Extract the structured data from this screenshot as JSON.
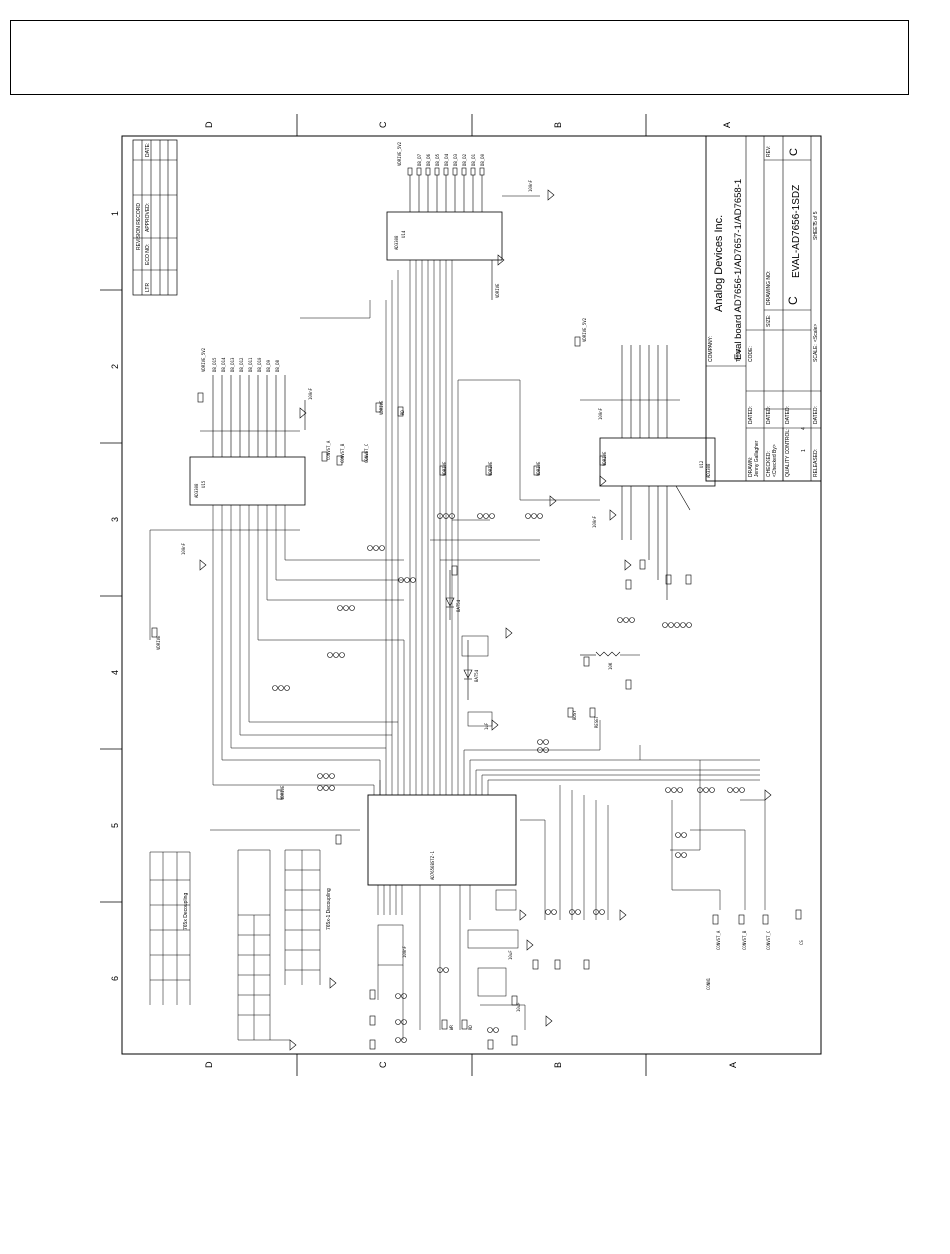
{
  "frame": {
    "zone_letters": [
      "D",
      "C",
      "B",
      "A"
    ],
    "zone_numbers": [
      "1",
      "2",
      "3",
      "4",
      "5",
      "6"
    ]
  },
  "title_block": {
    "company_label": "COMPANY:",
    "company": "Analog Devices Inc.",
    "title_label": "TITLE:",
    "title": "Eval board AD7656-1/AD7657-1/AD7658-1",
    "code_label": "CODE:",
    "size_label": "SIZE:",
    "size": "C",
    "drawing_no_label": "DRAWING NO:",
    "drawing_no": "EVAL-AD7656-1SDZ",
    "rev_label": "REV:",
    "rev": "C",
    "scale_label": "SCALE:",
    "scale": "<Scale>",
    "sheet_label": "SHEET:",
    "sheet": "5 of 5",
    "drawn_label": "DRAWN:",
    "drawn": "Jenny Gallagher",
    "checked_label": "CHECKED:",
    "checked": "<Checked By>",
    "qc_label": "QUALITY CONTROL:",
    "released_label": "RELEASED:",
    "dated_label": "DATED:",
    "page_marks": [
      "1",
      "4"
    ]
  },
  "revision_table": {
    "title": "REVISION RECORD",
    "columns": [
      "LTR",
      "ECO NO:",
      "APPROVED:",
      "DATE:"
    ]
  },
  "components": {
    "u1": "AD7656BSTZ-1",
    "u_buf": "AD3308",
    "u12": "U12",
    "u14": "U14",
    "u15": "U15"
  },
  "notes": {
    "decoupling_765x": "765x Decoupling",
    "decoupling_765x1": "765x-1 Decoupling",
    "conn": "CONN1"
  },
  "nets": {
    "vdrive": "VDRIVE",
    "vdrive_5v2": "VDRIVE_5V2",
    "cap_100nf": "100nF",
    "cap_10uf": "10uF",
    "cap_1uf": "1uF",
    "diode": "BAT54",
    "res_10k": "10K",
    "data_lines_top": [
      "DB_D7",
      "DB_D6",
      "DB_D5",
      "DB_D4",
      "DB_D3",
      "DB_D2",
      "DB_D1",
      "DB_D0"
    ],
    "data_lines_mid": [
      "DB_D15",
      "DB_D14",
      "DB_D13",
      "DB_D12",
      "DB_D11",
      "DB_D10",
      "DB_D9",
      "DB_D8"
    ],
    "ctrl_lines": [
      "CONVST_A",
      "CONVST_B",
      "CONVST_C",
      "RD",
      "CS",
      "WR",
      "BUSY",
      "RESET"
    ]
  }
}
